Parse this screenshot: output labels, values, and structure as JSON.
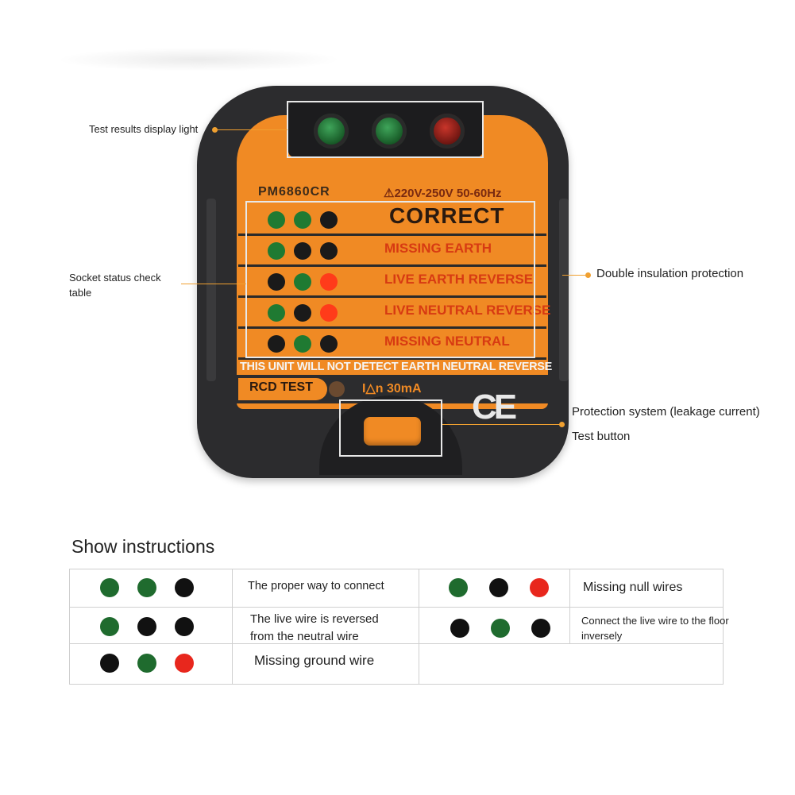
{
  "colors": {
    "green": "#1f6b2e",
    "black": "#111111",
    "red": "#e8271d",
    "accent": "#f0a030",
    "orange": "#f08a24"
  },
  "device": {
    "model": "PM6860CR",
    "voltage": "⚠220V-250V 50-60Hz",
    "leds": [
      "green",
      "green",
      "red"
    ],
    "rows": [
      {
        "dots": [
          "green",
          "green",
          "black"
        ],
        "label": "CORRECT"
      },
      {
        "dots": [
          "green",
          "black",
          "black"
        ],
        "label": "MISSING EARTH"
      },
      {
        "dots": [
          "black",
          "green",
          "red"
        ],
        "label": "LIVE EARTH REVERSE"
      },
      {
        "dots": [
          "green",
          "black",
          "red"
        ],
        "label": "LIVE NEUTRAL REVERSE"
      },
      {
        "dots": [
          "black",
          "green",
          "black"
        ],
        "label": "MISSING NEUTRAL"
      }
    ],
    "warning": "THIS UNIT WILL NOT DETECT EARTH NEUTRAL REVERSE",
    "rcd_label": "RCD TEST",
    "ian_label": "I△n 30mA",
    "ce_mark": "CE"
  },
  "callouts": {
    "display_light": "Test results display light",
    "status_table_line1": "Socket status check",
    "status_table_line2": "table",
    "double_insulation": "Double insulation protection",
    "protection_system": "Protection system (leakage current)",
    "test_button": "Test button"
  },
  "instructions": {
    "title": "Show instructions",
    "items": [
      {
        "dots": [
          "green",
          "green",
          "black"
        ],
        "text": "The proper way to connect"
      },
      {
        "dots": [
          "green",
          "black",
          "red"
        ],
        "text": "Missing null wires"
      },
      {
        "dots": [
          "green",
          "black",
          "black"
        ],
        "text_line1": "The live wire is reversed",
        "text_line2": "from the neutral wire"
      },
      {
        "dots": [
          "black",
          "green",
          "black"
        ],
        "text_line1": "Connect the live wire to the floor",
        "text_line2": "inversely"
      },
      {
        "dots": [
          "black",
          "green",
          "red"
        ],
        "text": "Missing ground wire"
      }
    ]
  }
}
